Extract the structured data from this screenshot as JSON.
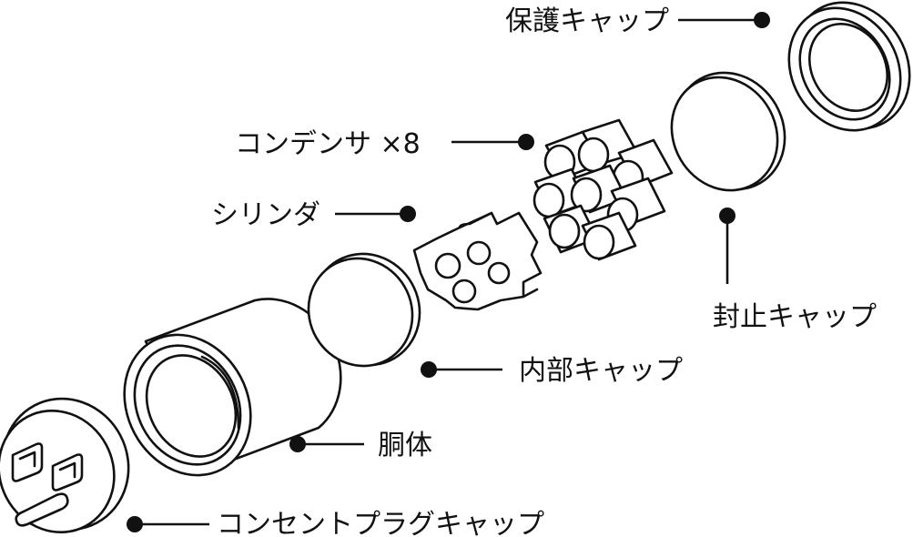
{
  "labels": {
    "protective_cap": "保護キャップ",
    "capacitor": "コンデンサ ×8",
    "cylinder": "シリンダ",
    "sealing_cap": "封止キャップ",
    "inner_cap": "内部キャップ",
    "body": "胴体",
    "outlet_plug_cap": "コンセントプラグキャップ"
  }
}
